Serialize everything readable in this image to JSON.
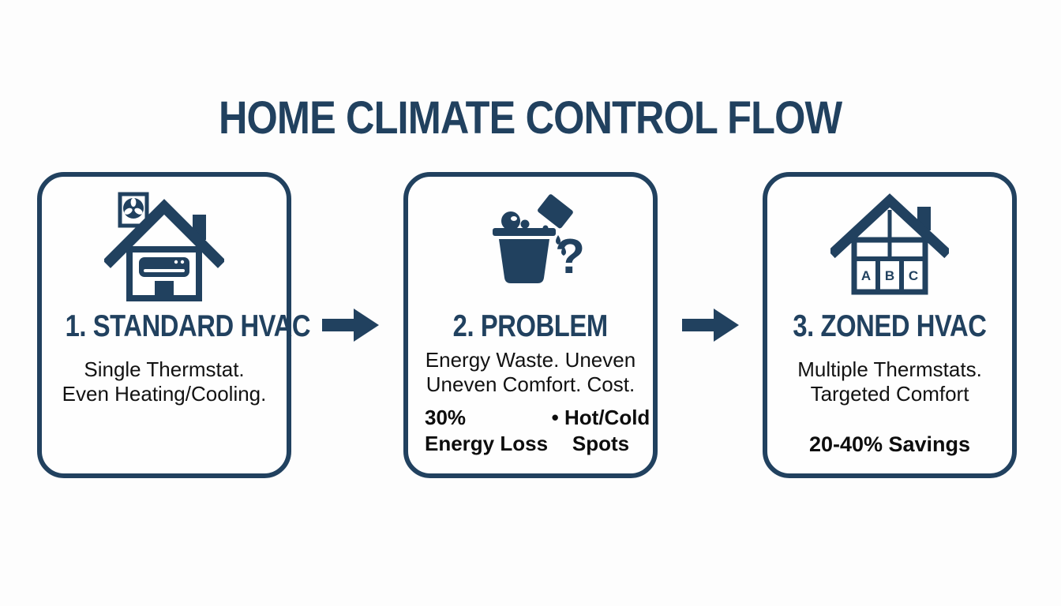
{
  "title": "HOME CLIMATE CONTROL FLOW",
  "colors": {
    "navy": "#21415f",
    "text_dark": "#121212",
    "background": "#fdfdfd"
  },
  "steps": [
    {
      "heading": "1. STANDARD HVAC",
      "icon": "hvac-house-icon",
      "lines": [
        "Single Thermstat.",
        "Even Heating/Cooling."
      ]
    },
    {
      "heading": "2. PROBLEM",
      "icon": "waste-bin-question-icon",
      "question_mark": "?",
      "lines": [
        "Energy Waste. Uneven",
        "Uneven Comfort. Cost."
      ],
      "stat_left": [
        "30%",
        "Energy Loss"
      ],
      "stat_right": [
        "• Hot/Cold",
        "Spots"
      ]
    },
    {
      "heading": "3. ZONED HVAC",
      "icon": "zoned-house-icon",
      "zones": [
        "A",
        "B",
        "C"
      ],
      "lines": [
        "Multiple Thermstats.",
        "Targeted Comfort"
      ],
      "savings": "20-40% Savings"
    }
  ]
}
